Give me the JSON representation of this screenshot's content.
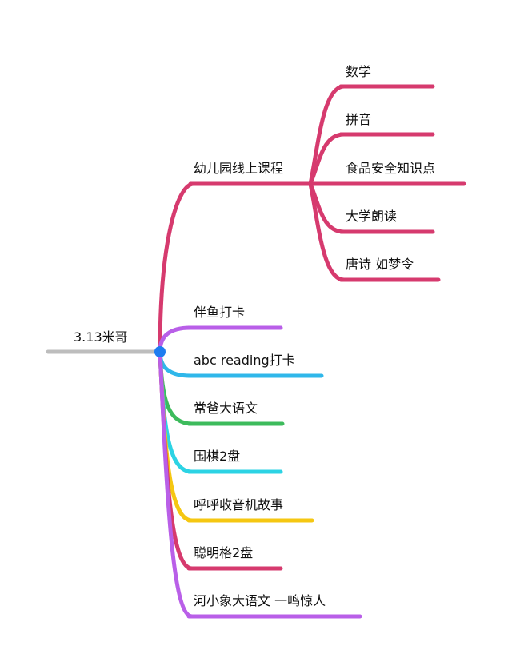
{
  "root": {
    "label": "3.13米哥",
    "line_color": "#bdbdbd",
    "node_color": "#1e7cf0"
  },
  "branches": [
    {
      "label": "幼儿园线上课程",
      "color": "#d63a6e",
      "children": [
        {
          "label": "数学"
        },
        {
          "label": "拼音"
        },
        {
          "label": "食品安全知识点"
        },
        {
          "label": "大学朗读"
        },
        {
          "label": "唐诗 如梦令"
        }
      ]
    },
    {
      "label": "伴鱼打卡",
      "color": "#b95fe8"
    },
    {
      "label": "abc reading打卡",
      "color": "#2fb7ea"
    },
    {
      "label": "常爸大语文",
      "color": "#3dbb5c"
    },
    {
      "label": "围棋2盘",
      "color": "#2cd3e4"
    },
    {
      "label": "呼呼收音机故事",
      "color": "#f5c712"
    },
    {
      "label": "聪明格2盘",
      "color": "#d63a6e"
    },
    {
      "label": "河小象大语文 一鸣惊人",
      "color": "#b95fe8"
    }
  ]
}
